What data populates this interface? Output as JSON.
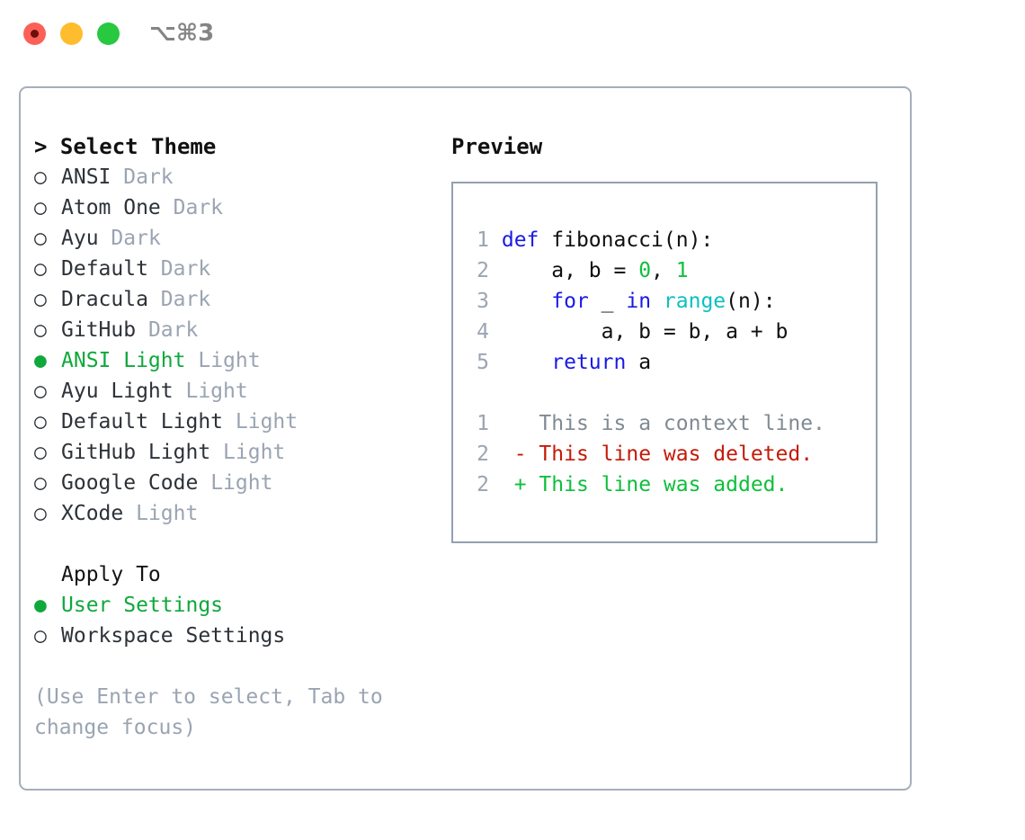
{
  "window": {
    "traffic_lights": [
      "close",
      "minimize",
      "maximize"
    ],
    "colors": {
      "close": "#fc6058",
      "minimize": "#fdbd2e",
      "maximize": "#28c840",
      "record_center": "#6e0f0c",
      "accent_green": "#0fa83c",
      "panel_border": "#a6aebb",
      "preview_border": "#93a0b0",
      "muted": "#9aa4b2",
      "keyword_blue": "#1a1ae6",
      "function_cyan": "#0cc0c0",
      "number_green": "#0fbf3c",
      "diff_deleted_red": "#c41a09",
      "diff_added_green": "#0fbf3c"
    },
    "shortcut": "⌥⌘3"
  },
  "theme_picker": {
    "heading_marker": ">",
    "heading": "Select Theme",
    "items": [
      {
        "marker": "○",
        "selected": false,
        "name": "ANSI",
        "category": "Dark"
      },
      {
        "marker": "○",
        "selected": false,
        "name": "Atom One",
        "category": "Dark"
      },
      {
        "marker": "○",
        "selected": false,
        "name": "Ayu",
        "category": "Dark"
      },
      {
        "marker": "○",
        "selected": false,
        "name": "Default",
        "category": "Dark"
      },
      {
        "marker": "○",
        "selected": false,
        "name": "Dracula",
        "category": "Dark"
      },
      {
        "marker": "○",
        "selected": false,
        "name": "GitHub",
        "category": "Dark"
      },
      {
        "marker": "●",
        "selected": true,
        "name": "ANSI Light",
        "category": "Light"
      },
      {
        "marker": "○",
        "selected": false,
        "name": "Ayu Light",
        "category": "Light"
      },
      {
        "marker": "○",
        "selected": false,
        "name": "Default Light",
        "category": "Light"
      },
      {
        "marker": "○",
        "selected": false,
        "name": "GitHub Light",
        "category": "Light"
      },
      {
        "marker": "○",
        "selected": false,
        "name": "Google Code",
        "category": "Light"
      },
      {
        "marker": "○",
        "selected": false,
        "name": "XCode",
        "category": "Light"
      }
    ]
  },
  "apply_to": {
    "heading": "Apply To",
    "items": [
      {
        "marker": "●",
        "selected": true,
        "name": "User Settings"
      },
      {
        "marker": "○",
        "selected": false,
        "name": "Workspace Settings"
      }
    ]
  },
  "hint": "(Use Enter to select, Tab to change focus)",
  "preview": {
    "title": "Preview",
    "code_lines": [
      {
        "number": "1",
        "tokens": [
          {
            "text": "def",
            "kind": "kw"
          },
          {
            "text": " fibonacci(n):",
            "kind": "txt"
          }
        ]
      },
      {
        "number": "2",
        "tokens": [
          {
            "text": "    a, b = ",
            "kind": "txt"
          },
          {
            "text": "0",
            "kind": "num"
          },
          {
            "text": ", ",
            "kind": "txt"
          },
          {
            "text": "1",
            "kind": "num"
          }
        ]
      },
      {
        "number": "3",
        "tokens": [
          {
            "text": "    ",
            "kind": "txt"
          },
          {
            "text": "for",
            "kind": "kw"
          },
          {
            "text": " _ ",
            "kind": "txt"
          },
          {
            "text": "in",
            "kind": "kw"
          },
          {
            "text": " ",
            "kind": "txt"
          },
          {
            "text": "range",
            "kind": "fn"
          },
          {
            "text": "(n):",
            "kind": "txt"
          }
        ]
      },
      {
        "number": "4",
        "tokens": [
          {
            "text": "        a, b = b, a + b",
            "kind": "txt"
          }
        ]
      },
      {
        "number": "5",
        "tokens": [
          {
            "text": "    ",
            "kind": "txt"
          },
          {
            "text": "return",
            "kind": "kw"
          },
          {
            "text": " a",
            "kind": "txt"
          }
        ]
      }
    ],
    "diff_lines": [
      {
        "number": "1",
        "sign": " ",
        "text": "This is a context line.",
        "kind": "ctx"
      },
      {
        "number": "2",
        "sign": "-",
        "text": "This line was deleted.",
        "kind": "del"
      },
      {
        "number": "2",
        "sign": "+",
        "text": "This line was added.",
        "kind": "add"
      }
    ]
  }
}
